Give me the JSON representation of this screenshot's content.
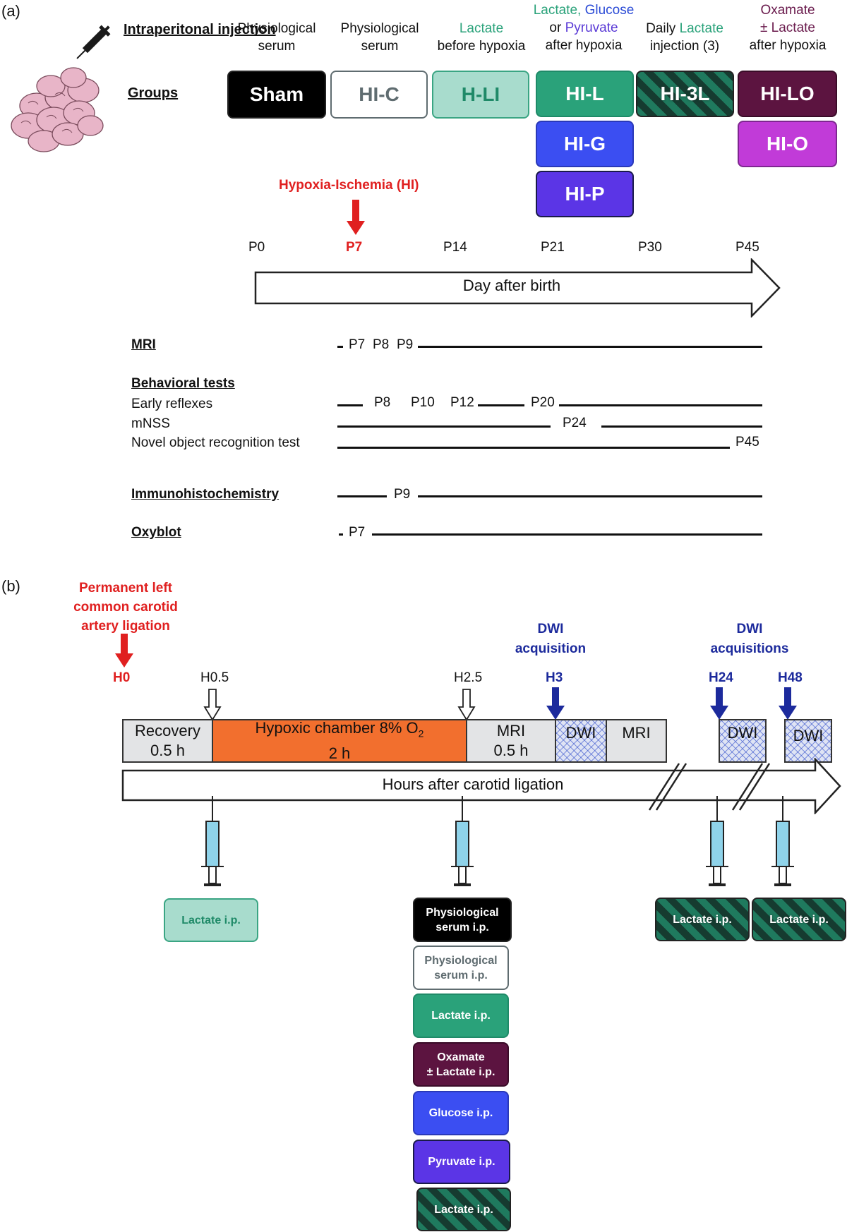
{
  "panel_a": {
    "label": "(a)",
    "injection_header": "Intraperitonal injection",
    "groups_header": "Groups",
    "columns": [
      {
        "parts": [
          {
            "t": "Physiological",
            "c": "#111"
          },
          {
            "t": "\n"
          },
          {
            "t": "serum",
            "c": "#111"
          }
        ]
      },
      {
        "parts": [
          {
            "t": "Physiological",
            "c": "#111"
          },
          {
            "t": "\n"
          },
          {
            "t": "serum",
            "c": "#111"
          }
        ]
      },
      {
        "parts": [
          {
            "t": "Lactate",
            "c": "#2aa27a"
          },
          {
            "t": "\n"
          },
          {
            "t": "before hypoxia",
            "c": "#111"
          }
        ]
      },
      {
        "parts": [
          {
            "t": "Lactate, ",
            "c": "#2aa27a"
          },
          {
            "t": "Glucose",
            "c": "#2b4bd6"
          },
          {
            "t": "\n"
          },
          {
            "t": "or ",
            "c": "#111"
          },
          {
            "t": "Pyruvate",
            "c": "#5a3ad6"
          },
          {
            "t": "\n"
          },
          {
            "t": "after hypoxia",
            "c": "#111"
          }
        ]
      },
      {
        "parts": [
          {
            "t": "Daily ",
            "c": "#111"
          },
          {
            "t": "Lactate",
            "c": "#2aa27a"
          },
          {
            "t": "\n"
          },
          {
            "t": "injection (3)",
            "c": "#111"
          }
        ]
      },
      {
        "parts": [
          {
            "t": "Oxamate",
            "c": "#6a1b4d"
          },
          {
            "t": "\n"
          },
          {
            "t": "± Lactate",
            "c": "#6a1b4d"
          },
          {
            "t": "\n"
          },
          {
            "t": "after hypoxia",
            "c": "#111"
          }
        ]
      }
    ],
    "groups": {
      "sham": "Sham",
      "hic": "HI-C",
      "hli": "H-LI",
      "hil": "HI-L",
      "hig": "HI-G",
      "hip": "HI-P",
      "hi3l": "HI-3L",
      "hilo": "HI-LO",
      "hio": "HI-O"
    },
    "hi_event": "Hypoxia-Ischemia (HI)",
    "timeline_ticks": [
      "P0",
      "P7",
      "P14",
      "P21",
      "P30",
      "P45"
    ],
    "timeline_label": "Day after birth",
    "rows": {
      "mri": {
        "title": "MRI",
        "points": [
          "P7",
          "P8",
          "P9"
        ]
      },
      "behavioral": {
        "title": "Behavioral tests"
      },
      "early": {
        "title": "Early reflexes",
        "points": [
          "P8",
          "P10",
          "P12",
          "P20"
        ]
      },
      "mnss": {
        "title": "mNSS",
        "points": [
          "P24"
        ]
      },
      "nor": {
        "title": "Novel object recognition test",
        "points": [
          "P45"
        ]
      },
      "ihc": {
        "title": "Immunohistochemistry",
        "points": [
          "P9"
        ]
      },
      "oxy": {
        "title": "Oxyblot",
        "points": [
          "P7"
        ]
      }
    }
  },
  "panel_b": {
    "label": "(b)",
    "ligation": "Permanent left common carotid artery ligation",
    "dwi_single": "DWI acquisition",
    "dwi_multi": "DWI acquisitions",
    "hours": {
      "h0": "H0",
      "h05": "H0.5",
      "h25": "H2.5",
      "h3": "H3",
      "h24": "H24",
      "h48": "H48"
    },
    "segments": {
      "recovery": [
        "Recovery",
        "0.5 h"
      ],
      "hypoxic": [
        "Hypoxic chamber 8% O",
        "2",
        "2 h"
      ],
      "mri1": [
        "MRI",
        "0.5 h"
      ],
      "dwi": "DWI",
      "mri2": "MRI"
    },
    "axis_label": "Hours after carotid ligation",
    "injections": {
      "early": "Lactate i.p.",
      "list": [
        "Physiological\nserum i.p.",
        "Physiological\nserum i.p.",
        "Lactate i.p.",
        "Oxamate\n± Lactate i.p.",
        "Glucose i.p.",
        "Pyruvate i.p.",
        "Lactate i.p."
      ],
      "late1": "Lactate i.p.",
      "late2": "Lactate i.p."
    }
  },
  "colors": {
    "sham": "#000000",
    "lactate_light": "#a8dccd",
    "lactate": "#2aa27a",
    "glucose": "#3b4ef2",
    "pyruvate": "#5b35e6",
    "oxamate": "#5c1440",
    "hio": "#c13bd8",
    "hypoxic": "#f26f2e",
    "red": "#e02020",
    "navy": "#1c2a9c"
  }
}
